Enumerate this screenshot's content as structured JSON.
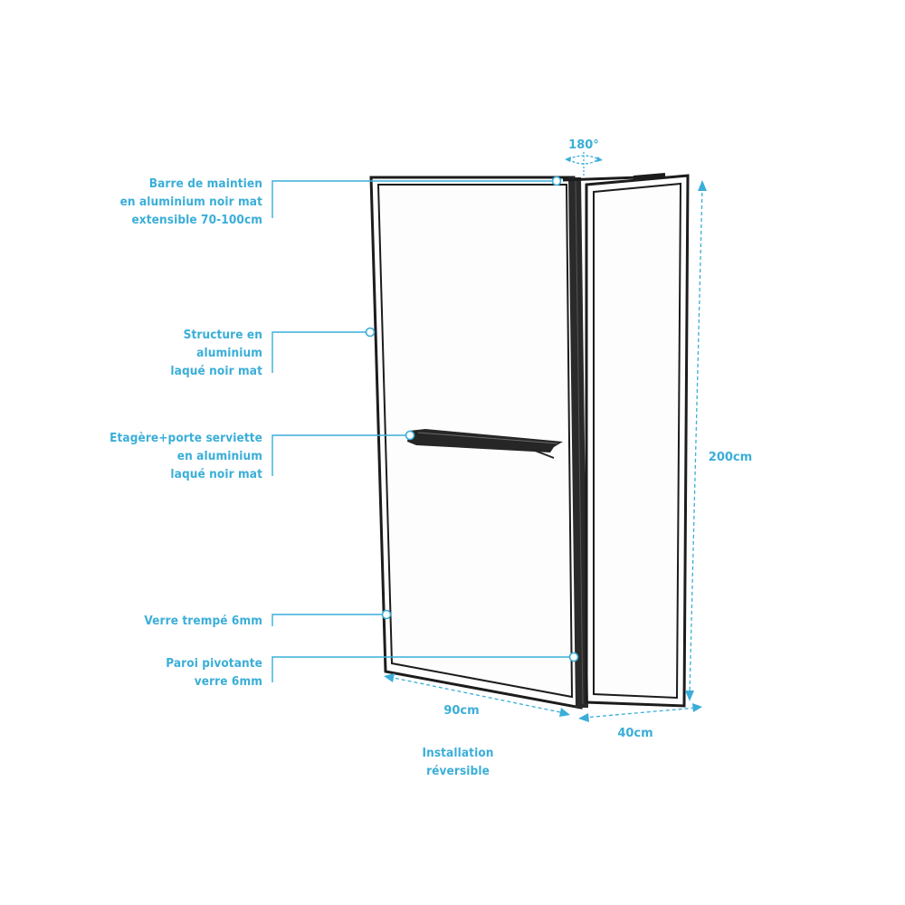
{
  "callouts": {
    "bar": "Barre de maintien\nen aluminium noir mat\nextensible 70-100cm",
    "structure": "Structure en\naluminium\nlaqué noir mat",
    "shelf": "Etagère+porte serviette\nen aluminium\nlaqué noir mat",
    "glass": "Verre trempé 6mm",
    "pivot": "Paroi pivotante\nverre 6mm"
  },
  "dimensions": {
    "rotation": "180°",
    "height": "200cm",
    "width_main": "90cm",
    "width_side": "40cm"
  },
  "note": "Installation\nréversible",
  "colors": {
    "accent": "#3aaed8",
    "frame": "#1c1c1c"
  }
}
